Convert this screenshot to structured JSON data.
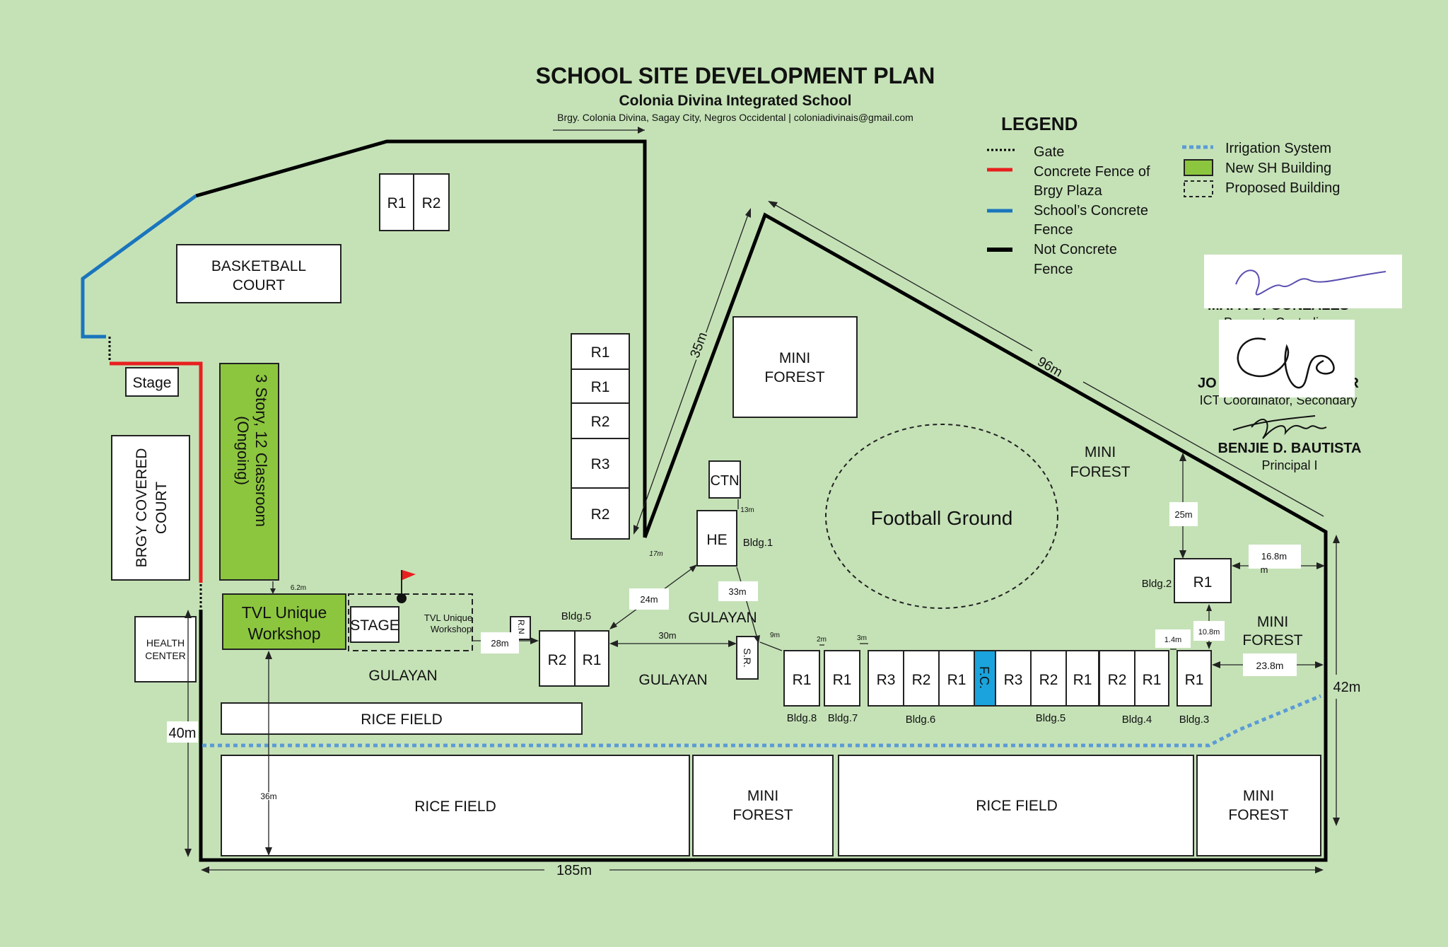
{
  "header": {
    "title": "SCHOOL SITE DEVELOPMENT PLAN",
    "school": "Colonia Divina Integrated School",
    "address": "Brgy. Colonia Divina, Sagay City, Negros Occidental | coloniadivinais@gmail.com"
  },
  "legend": {
    "title": "LEGEND",
    "gate": "Gate",
    "brgy_fence_1": "Concrete Fence of",
    "brgy_fence_2": "Brgy Plaza",
    "school_fence_1": "School’s Concrete",
    "school_fence_2": "Fence",
    "not_concrete_1": "Not Concrete",
    "not_concrete_2": "Fence",
    "irrigation": "Irrigation System",
    "new_sh": "New SH Building",
    "proposed": "Proposed Building",
    "colors": {
      "brgy_fence": "#e8201f",
      "school_fence": "#1a75bc",
      "not_concrete": "#000000",
      "irrigation": "#5b9bd5",
      "new_sh": "#8cc63f",
      "background": "#c5e2b7",
      "fc": "#1aa3dd"
    }
  },
  "signatories": {
    "sig1_name": "MA. F. D. GONZALES",
    "sig1_role": "Property Custodian",
    "sig2_name_a": "JO",
    "sig2_name_b": "TOR",
    "sig2_role": "ICT Coordinator, Secondary",
    "sig3_name": "BENJIE D. BAUTISTA",
    "sig3_role": "Principal I"
  },
  "areas": {
    "basketball_1": "BASKETBALL",
    "basketball_2": "COURT",
    "stage_small": "Stage",
    "brgy_covered_1": "BRGY COVERED",
    "brgy_covered_2": "COURT",
    "health_1": "HEALTH",
    "health_2": "CENTER",
    "new_building_1": "3 Story, 12 Classroom",
    "new_building_2": "(Ongoing)",
    "tvl_1": "TVL Unique",
    "tvl_2": "Workshop",
    "stage": "STAGE",
    "tvl_proposed_1": "TVL Unique",
    "tvl_proposed_2": "Workshop",
    "gulayan": "GULAYAN",
    "rice_field": "RICE FIELD",
    "mini_forest_1": "MINI",
    "mini_forest_2": "FOREST",
    "football": "Football Ground",
    "ctn": "CTN",
    "he": "HE",
    "rn": "R.N.",
    "sr": "S.R.",
    "fc": "F.C."
  },
  "rooms": {
    "r1": "R1",
    "r2": "R2",
    "r3": "R3"
  },
  "buildings": {
    "b1": "Bldg.1",
    "b2": "Bldg.2",
    "b3": "Bldg.3",
    "b4": "Bldg.4",
    "b5": "Bldg.5",
    "b6": "Bldg.6",
    "b7": "Bldg.7",
    "b8": "Bldg.8"
  },
  "dimensions": {
    "d185": "185m",
    "d40": "40m",
    "d42": "42m",
    "d36": "36m",
    "d35": "35m",
    "d96": "96m",
    "d25": "25m",
    "d16_a": "16.8m",
    "d16_b": "m",
    "d10": "10.8m",
    "d1_4": "1.4m",
    "d23": "23.8m",
    "d24": "24m",
    "d33": "33m",
    "d13": "13m",
    "d17": "17m",
    "d28": "28m",
    "d30": "30m",
    "d9": "9m",
    "d2": "2m",
    "d3": "3m",
    "d6": "6.2m"
  }
}
